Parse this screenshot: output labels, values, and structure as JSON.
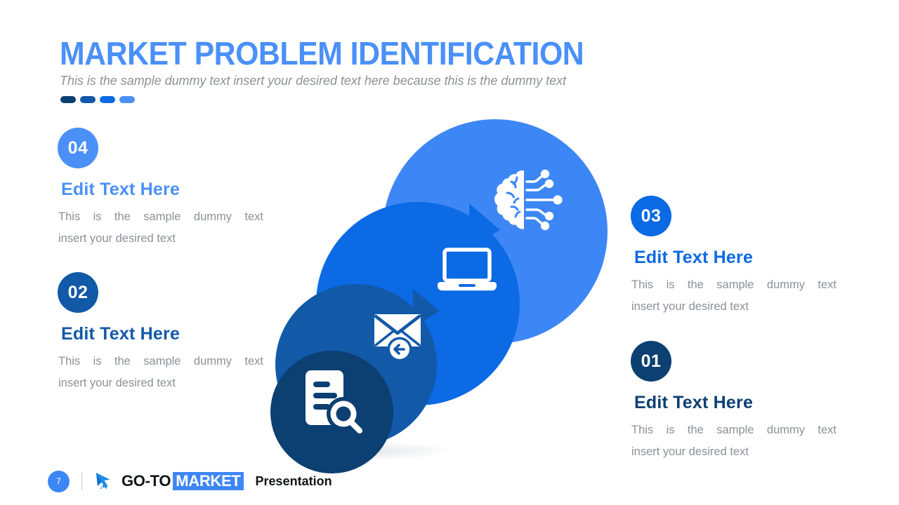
{
  "header": {
    "title": "MARKET PROBLEM IDENTIFICATION",
    "subtitle": "This is the sample dummy text insert your desired text here because this is the dummy text",
    "title_color": "#4a90f7",
    "subtitle_color": "#8d9097",
    "dashes": [
      "#0c3f72",
      "#1259a8",
      "#0b6ae4",
      "#4a90f7"
    ]
  },
  "items": [
    {
      "number": "04",
      "heading": "Edit Text Here",
      "body_line1": "This is the sample dummy  text",
      "body_line2": "insert your desired text",
      "color": "#4a90f7",
      "position": "left-top"
    },
    {
      "number": "02",
      "heading": "Edit Text Here",
      "body_line1": "This is the sample dummy  text",
      "body_line2": "insert your desired text",
      "color": "#1259a8",
      "position": "left-bottom"
    },
    {
      "number": "03",
      "heading": "Edit Text Here",
      "body_line1": "This is the sample dummy  text",
      "body_line2": "insert your desired text",
      "color": "#0b6ae4",
      "position": "right-top"
    },
    {
      "number": "01",
      "heading": "Edit Text Here",
      "body_line1": "This is the sample dummy  text",
      "body_line2": "insert your desired text",
      "color": "#0c3f72",
      "position": "right-bottom"
    }
  ],
  "graphic": {
    "bubbles": [
      {
        "icon": "brain-circuit-icon",
        "color": "#3d86f5",
        "size": 320
      },
      {
        "icon": "laptop-icon",
        "color": "#0b6ae4",
        "size": 280
      },
      {
        "icon": "envelope-incoming-icon",
        "color": "#1259a8",
        "size": 215
      },
      {
        "icon": "document-search-icon",
        "color": "#0c3f72",
        "size": 165
      }
    ]
  },
  "footer": {
    "page_number": "7",
    "brand_first": "GO-TO",
    "brand_second": "MARKET",
    "label": "Presentation",
    "logo": "cursor-arrow-icon",
    "accent_color": "#3d86f5"
  }
}
